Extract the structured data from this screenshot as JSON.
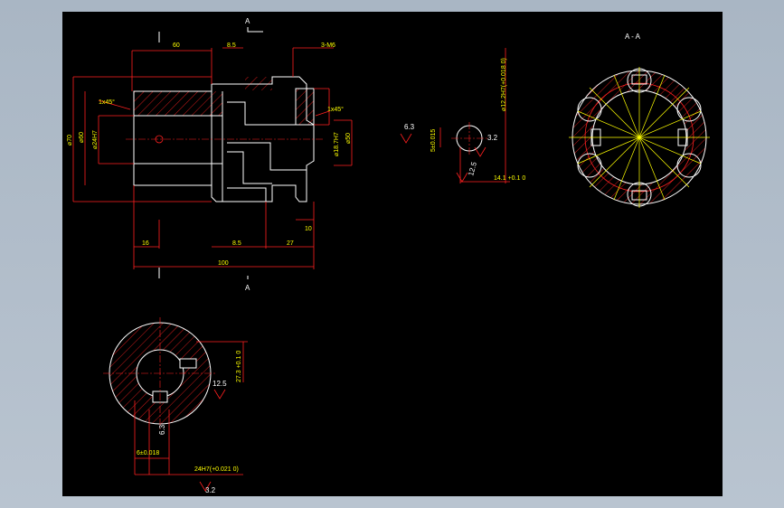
{
  "drawing": {
    "colors": {
      "background": "#000000",
      "outline": "#ffffff",
      "dimension": "#ff2020",
      "text": "#ffff00",
      "frame": "#a9b6c4"
    },
    "section_label": "A",
    "section_title": "A - A",
    "main_view": {
      "dim_top_60": "60",
      "dim_top_85": "8.5",
      "dim_top_3m6": "3-M6",
      "chamfer_left": "1x45°",
      "chamfer_right": "1x45°",
      "dia_70": "⌀70",
      "dia_60": "⌀60",
      "dia_24": "⌀24H7",
      "dia_18": "⌀18.7H7",
      "dia_50": "⌀50",
      "dim_16": "16",
      "dim_bottom_85": "8.5",
      "dim_27": "27",
      "dim_10": "10",
      "dim_100": "100"
    },
    "key_view": {
      "rough_63": "6.3",
      "rough_32": "3.2",
      "rough_125": "12.5",
      "width": "5±0.015",
      "dia": "⌀12.2H7(+0.018 0)",
      "depth": "14.1 +0.1 0"
    },
    "hub_section": {
      "rough_125": "12.5",
      "rough_63": "6.3",
      "rough_32": "3.2",
      "depth": "27.3 +0.1 0",
      "width": "6±0.018",
      "bore": "24H7(+0.021 0)"
    }
  }
}
